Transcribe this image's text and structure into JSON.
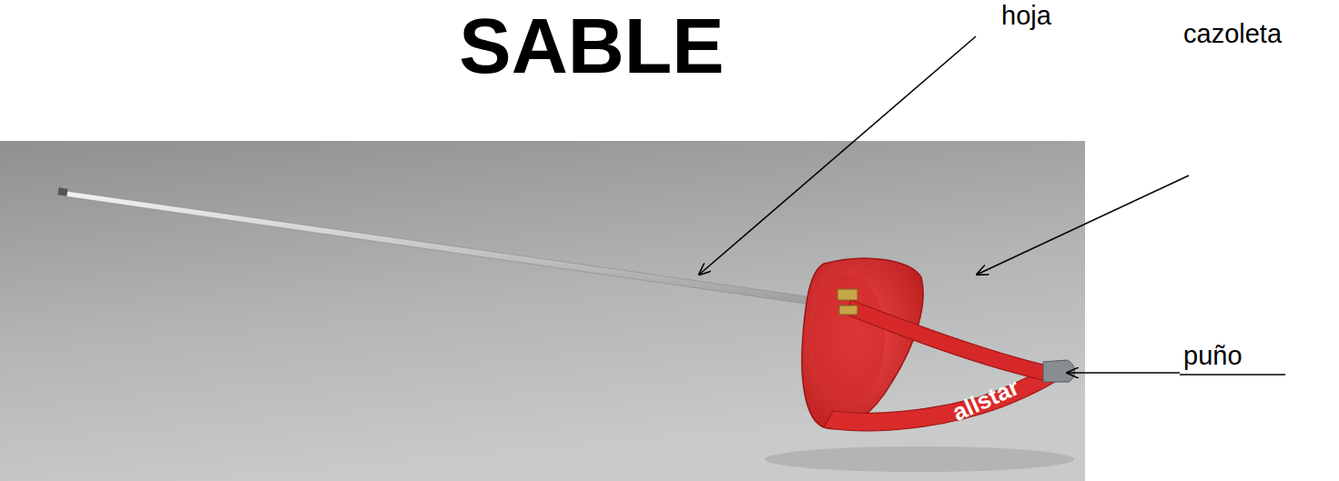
{
  "diagram": {
    "title": "SABLE",
    "labels": [
      "hoja",
      "cazoleta",
      "puño",
      "allstar"
    ]
  }
}
